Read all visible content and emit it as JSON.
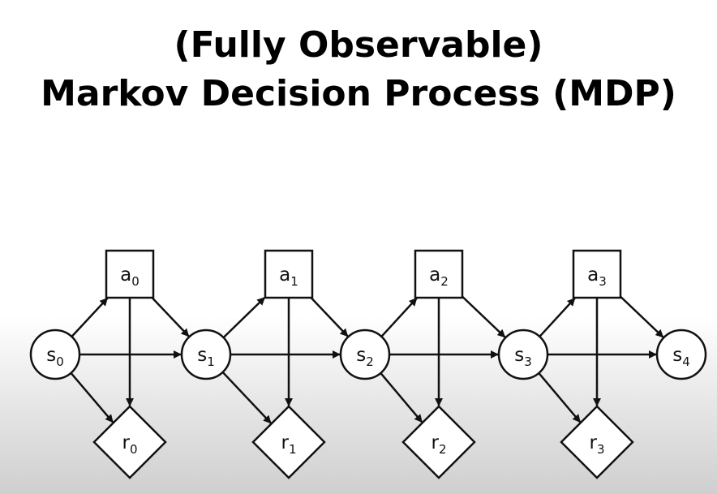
{
  "title": {
    "line1": "(Fully Observable)",
    "line2": "Markov Decision Process (MDP)"
  },
  "colors": {
    "stroke": "#111111",
    "text": "#000000"
  },
  "diagram": {
    "states": [
      {
        "id": "s0",
        "base": "s",
        "sub": "0"
      },
      {
        "id": "s1",
        "base": "s",
        "sub": "1"
      },
      {
        "id": "s2",
        "base": "s",
        "sub": "2"
      },
      {
        "id": "s3",
        "base": "s",
        "sub": "3"
      },
      {
        "id": "s4",
        "base": "s",
        "sub": "4"
      }
    ],
    "actions": [
      {
        "id": "a0",
        "base": "a",
        "sub": "0"
      },
      {
        "id": "a1",
        "base": "a",
        "sub": "1"
      },
      {
        "id": "a2",
        "base": "a",
        "sub": "2"
      },
      {
        "id": "a3",
        "base": "a",
        "sub": "3"
      }
    ],
    "rewards": [
      {
        "id": "r0",
        "base": "r",
        "sub": "0"
      },
      {
        "id": "r1",
        "base": "r",
        "sub": "1"
      },
      {
        "id": "r2",
        "base": "r",
        "sub": "2"
      },
      {
        "id": "r3",
        "base": "r",
        "sub": "3"
      }
    ],
    "edges": [
      {
        "from": "s0",
        "to": "a0"
      },
      {
        "from": "s0",
        "to": "s1"
      },
      {
        "from": "s0",
        "to": "r0"
      },
      {
        "from": "a0",
        "to": "s1"
      },
      {
        "from": "a0",
        "to": "r0"
      },
      {
        "from": "s1",
        "to": "a1"
      },
      {
        "from": "s1",
        "to": "s2"
      },
      {
        "from": "s1",
        "to": "r1"
      },
      {
        "from": "a1",
        "to": "s2"
      },
      {
        "from": "a1",
        "to": "r1"
      },
      {
        "from": "s2",
        "to": "a2"
      },
      {
        "from": "s2",
        "to": "s3"
      },
      {
        "from": "s2",
        "to": "r2"
      },
      {
        "from": "a2",
        "to": "s3"
      },
      {
        "from": "a2",
        "to": "r2"
      },
      {
        "from": "s3",
        "to": "a3"
      },
      {
        "from": "s3",
        "to": "s4"
      },
      {
        "from": "s3",
        "to": "r3"
      },
      {
        "from": "a3",
        "to": "s4"
      },
      {
        "from": "a3",
        "to": "r3"
      }
    ]
  }
}
